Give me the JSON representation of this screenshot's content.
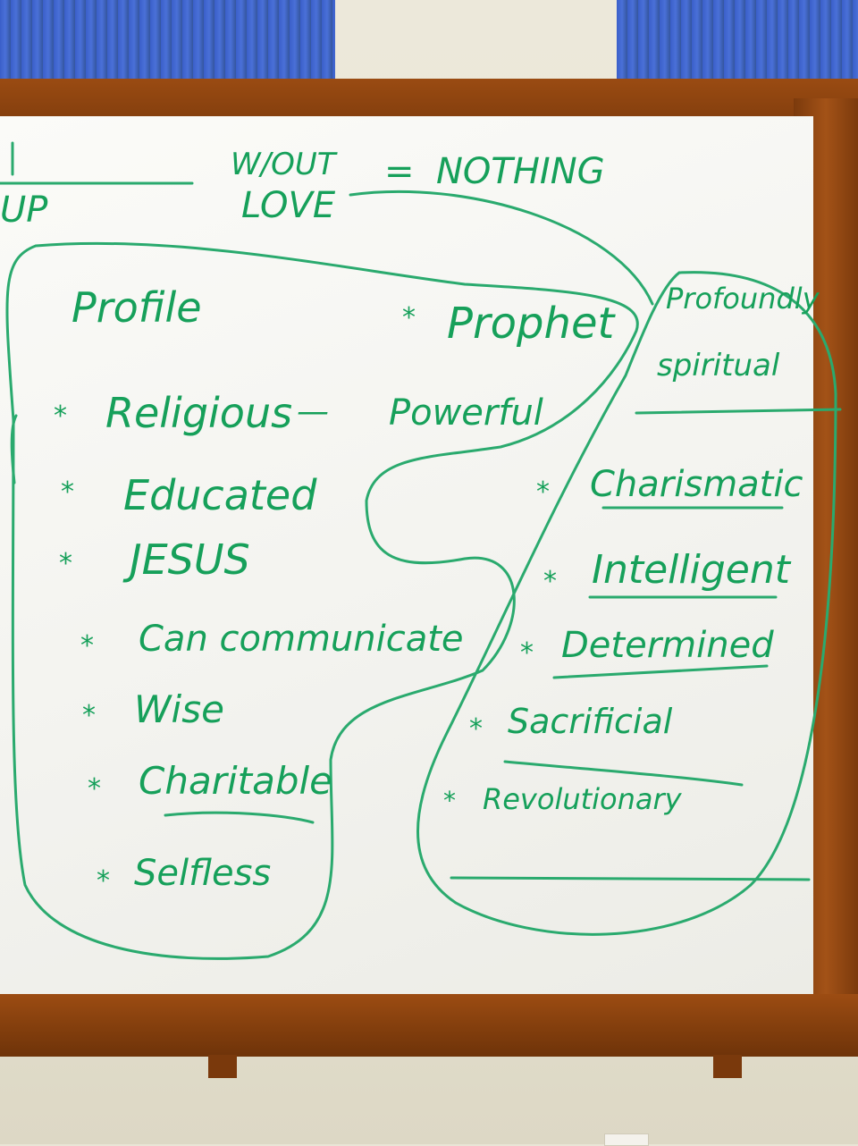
{
  "colors": {
    "marker_green": "#16a05a",
    "frame_wood": "#8a4210",
    "curtain_blue": "#3a5fc9"
  },
  "board": {
    "top_left_fragment": "UP",
    "header_left": "W/OUT",
    "header_left2": "LOVE",
    "header_equals": "=",
    "header_right": "NOTHING",
    "left_items": [
      {
        "label": "Religious"
      },
      {
        "label": "Educated"
      },
      {
        "label": "JESUS"
      },
      {
        "label": "Can communicate"
      },
      {
        "label": "Wise"
      },
      {
        "label": "Charitable"
      },
      {
        "label": "Selfless"
      }
    ],
    "left_heading": "Profile",
    "prophet": "Prophet",
    "powerful": "Powerful",
    "dash": "—",
    "right_heading_line1": "Profoundly",
    "right_heading_line2": "spiritual",
    "right_items": [
      {
        "label": "Charismatic"
      },
      {
        "label": "Intelligent"
      },
      {
        "label": "Determined"
      },
      {
        "label": "Sacrificial"
      },
      {
        "label": "Revolutionary"
      }
    ],
    "bullet": "*"
  }
}
